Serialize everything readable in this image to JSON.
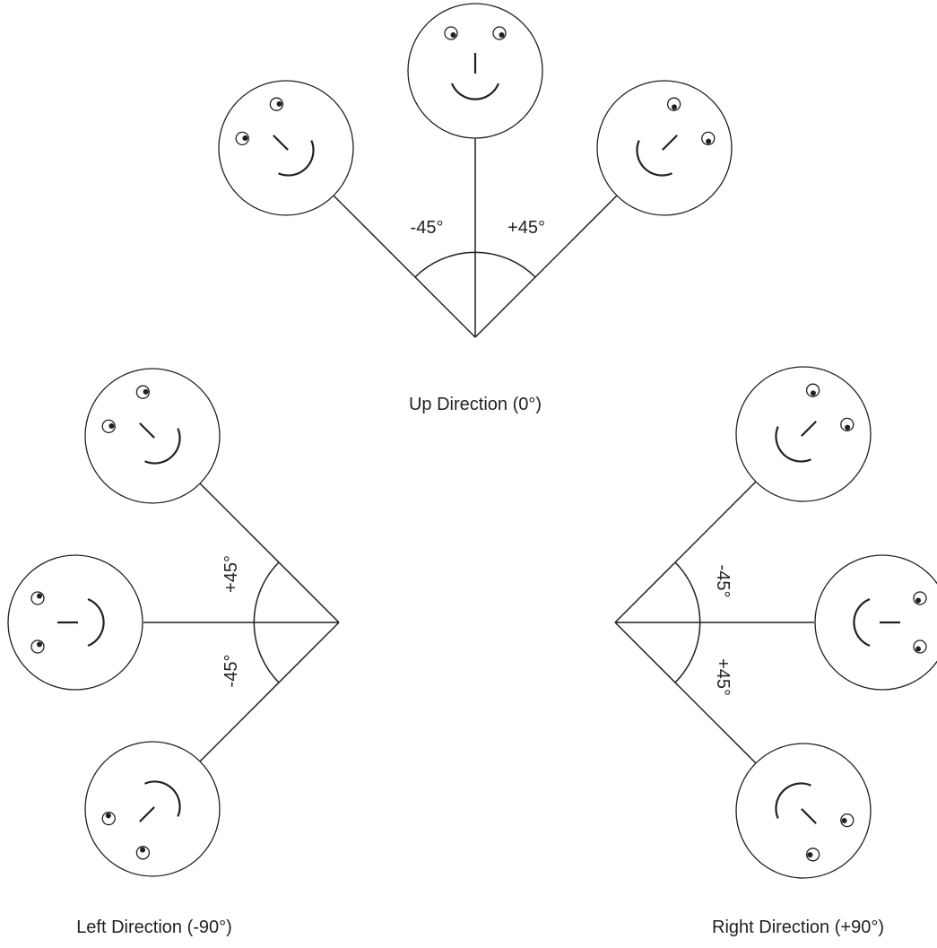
{
  "groups": {
    "up": {
      "label": "Up Direction (0°)",
      "minus_label": "-45°",
      "plus_label": "+45°"
    },
    "left": {
      "label": "Left Direction (-90°)",
      "plus_label": "+45°",
      "minus_label": "-45°"
    },
    "right": {
      "label": "Right Direction (+90°)",
      "minus_label": "-45°",
      "plus_label": "+45°"
    }
  }
}
